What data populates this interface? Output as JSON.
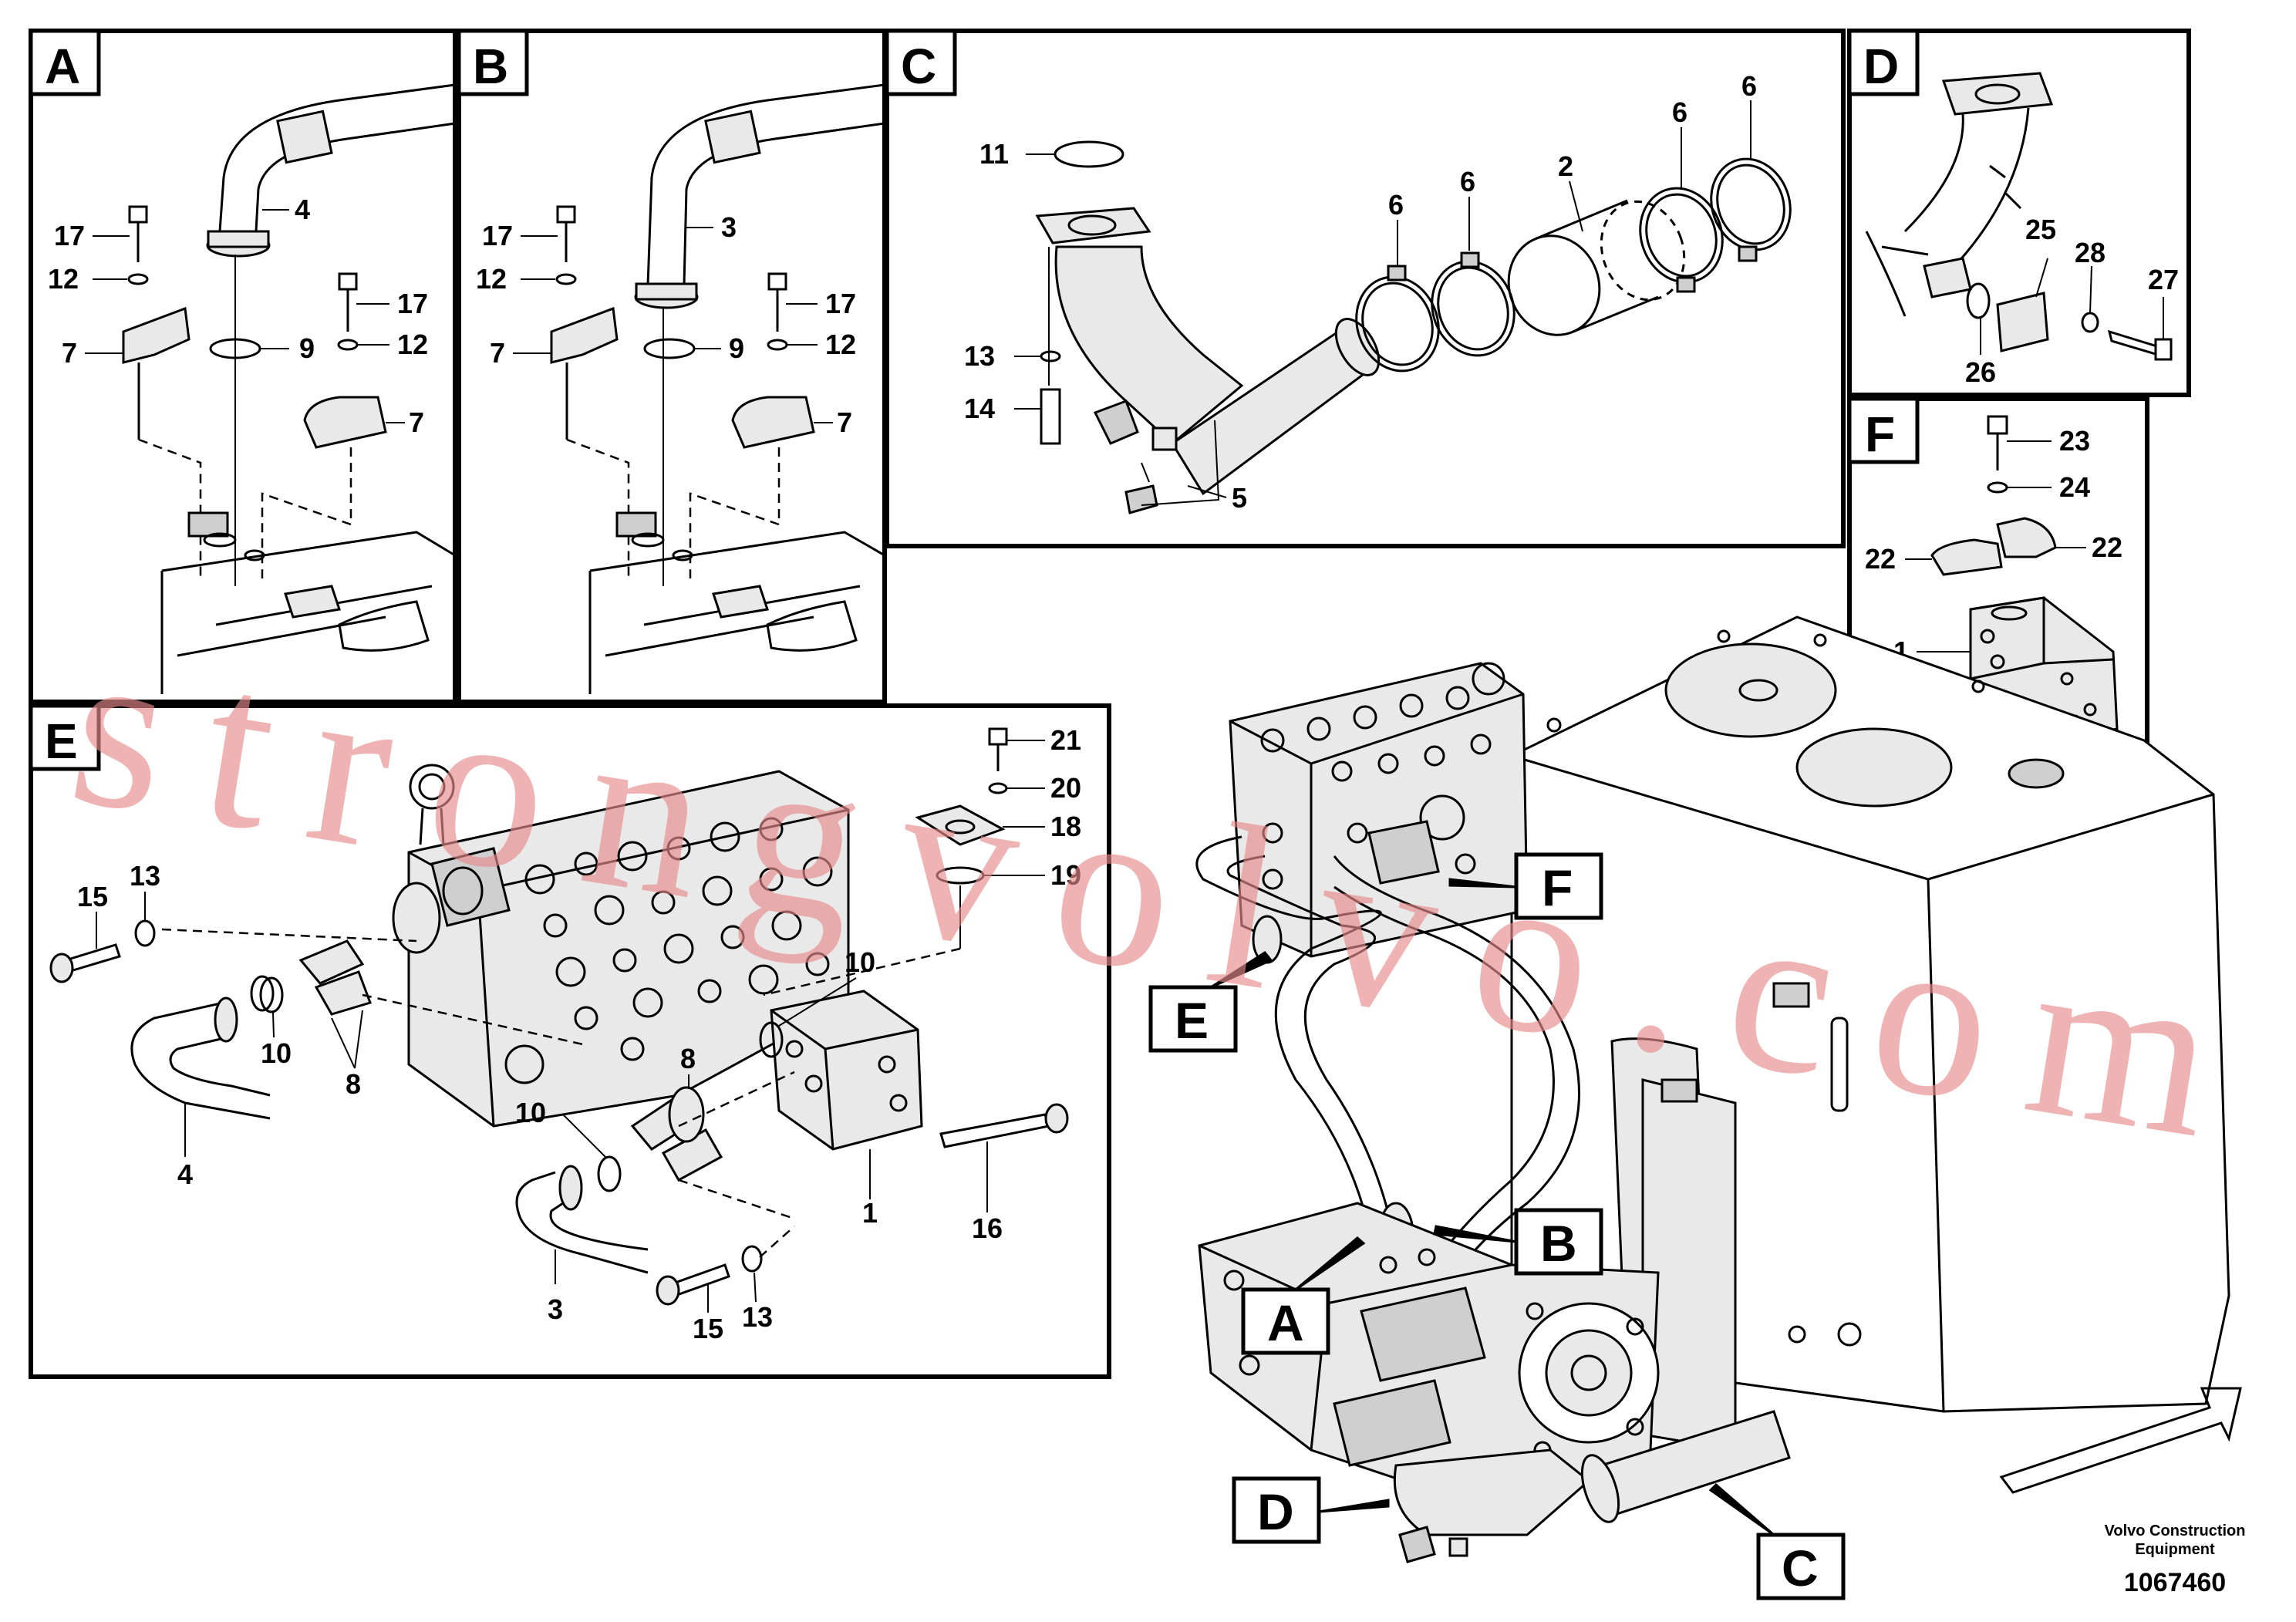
{
  "panels": {
    "A": {
      "letter": "A",
      "labels": {
        "p17": "17",
        "p12a": "12",
        "p4": "4",
        "p7a": "7",
        "p9": "9",
        "p17b": "17",
        "p12b": "12",
        "p7b": "7"
      }
    },
    "B": {
      "letter": "B",
      "labels": {
        "p17": "17",
        "p12a": "12",
        "p3": "3",
        "p7a": "7",
        "p9": "9",
        "p17b": "17",
        "p12b": "12",
        "p7b": "7"
      }
    },
    "C": {
      "letter": "C",
      "labels": {
        "p11": "11",
        "p13": "13",
        "p14": "14",
        "p5": "5",
        "p6a": "6",
        "p6b": "6",
        "p2": "2",
        "p6c": "6",
        "p6d": "6"
      }
    },
    "D": {
      "letter": "D",
      "labels": {
        "p25": "25",
        "p28": "28",
        "p27": "27",
        "p26": "26"
      }
    },
    "F": {
      "letter": "F",
      "labels": {
        "p23": "23",
        "p24": "24",
        "p22a": "22",
        "p22b": "22",
        "p1": "1"
      }
    },
    "E": {
      "letter": "E",
      "labels": {
        "p15a": "15",
        "p13a": "13",
        "p10a": "10",
        "p8a": "8",
        "p4": "4",
        "p21": "21",
        "p20": "20",
        "p18": "18",
        "p19": "19",
        "p10b": "10",
        "p8b": "8",
        "p10c": "10",
        "p1": "1",
        "p16": "16",
        "p3": "3",
        "p15b": "15",
        "p13b": "13"
      }
    }
  },
  "callouts": {
    "A": "A",
    "B": "B",
    "C": "C",
    "D": "D",
    "E": "E",
    "F": "F"
  },
  "watermark": "strongvolvo.com",
  "footer": {
    "company_line1": "Volvo Construction",
    "company_line2": "Equipment",
    "drawing_number": "1067460"
  }
}
